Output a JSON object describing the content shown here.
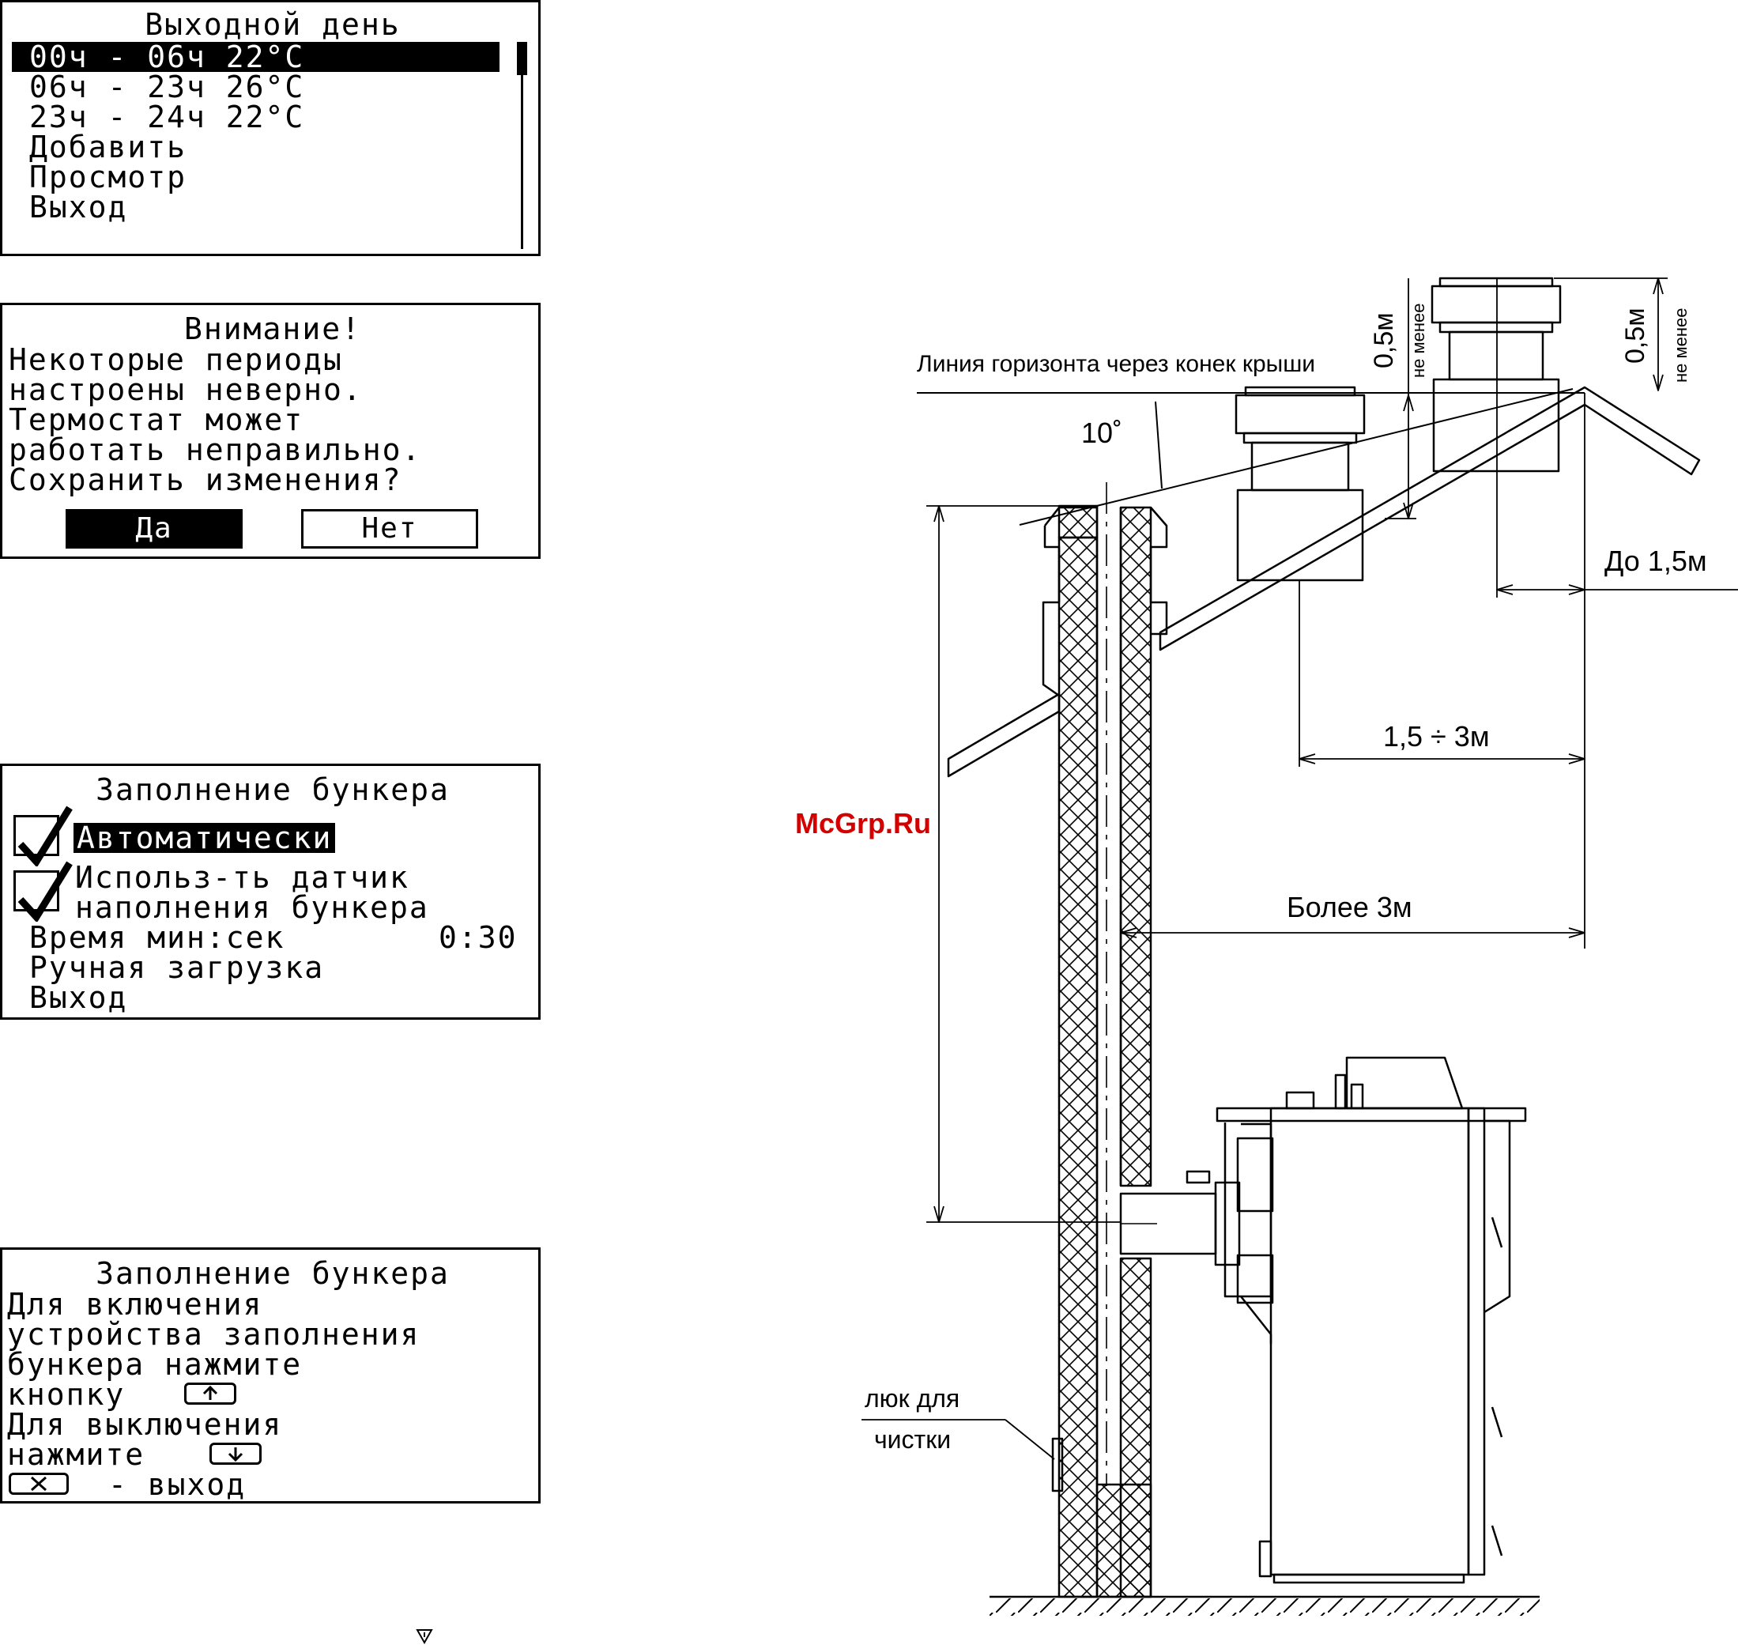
{
  "panel_weekend": {
    "title": "Выходной день",
    "items": [
      "00ч - 06ч 22°C",
      "06ч - 23ч 26°C",
      "23ч - 24ч 22°C",
      "Добавить",
      "Просмотр",
      "Выход"
    ],
    "selected_index": 0
  },
  "panel_warning": {
    "title": "Внимание!",
    "lines": [
      "Некоторые периоды",
      "настроены неверно.",
      "Термостат может",
      "работать неправильно.",
      "Сохранить изменения?"
    ],
    "yes_label": "Да",
    "no_label": "Нет"
  },
  "panel_bunker": {
    "title": "Заполнение бункера",
    "auto_label": "Автоматически",
    "sensor_label_1": "Использ-ть датчик",
    "sensor_label_2": "наполнения бункера",
    "time_label": "Время мин:сек",
    "time_value": "0:30",
    "manual_label": "Ручная загрузка",
    "exit_label": "Выход"
  },
  "panel_bunker_help": {
    "title": "Заполнение бункера",
    "lines": [
      "Для включения",
      "устройства заполнения",
      "бункера нажмите",
      "кнопку",
      "Для выключения",
      "нажмите",
      "- выход"
    ]
  },
  "drawing": {
    "horizon_label": "Линия горизонта через конек крыши",
    "angle_label": "10˚",
    "dim_05_left": "0,5м",
    "dim_05_right": "0,5м",
    "not_less_left": "не менее",
    "not_less_right": "не менее",
    "dim_upto_15": "До 1,5м",
    "dim_15_3": "1,5 ÷ 3м",
    "dim_more_3": "Более 3м",
    "hatch_label_1": "люк для",
    "hatch_label_2": "чистки",
    "watermark": "McGrp.Ru",
    "watermark_color": "#d40000"
  }
}
